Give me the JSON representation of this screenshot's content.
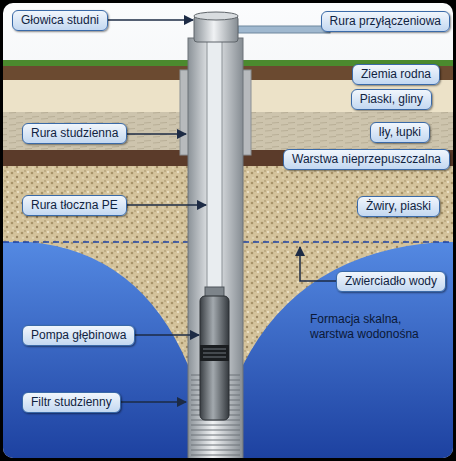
{
  "diagram": {
    "nodes": [
      {
        "text": [
          "Głowica studni"
        ]
      },
      {
        "text": [
          "Rura przyłączeniowa"
        ]
      },
      {
        "text": [
          "Ziemia rodna"
        ]
      },
      {
        "text": [
          "Piaski, gliny"
        ]
      },
      {
        "text": [
          "Rura studzienna"
        ]
      },
      {
        "text": [
          "Iły, łupki"
        ]
      },
      {
        "text": [
          "Warstwa nieprzepuszczalna"
        ]
      },
      {
        "text": [
          "Rura tłoczna PE"
        ]
      },
      {
        "text": [
          "Żwiry, piaski"
        ]
      },
      {
        "text": [
          "Zwierciadło wody"
        ]
      },
      {
        "text": [
          "Pompa głębinowa"
        ]
      },
      {
        "text": [
          "Filtr studzienny"
        ]
      }
    ],
    "labels": [
      "Formacja skalna, warstwa wodonośna"
    ]
  }
}
